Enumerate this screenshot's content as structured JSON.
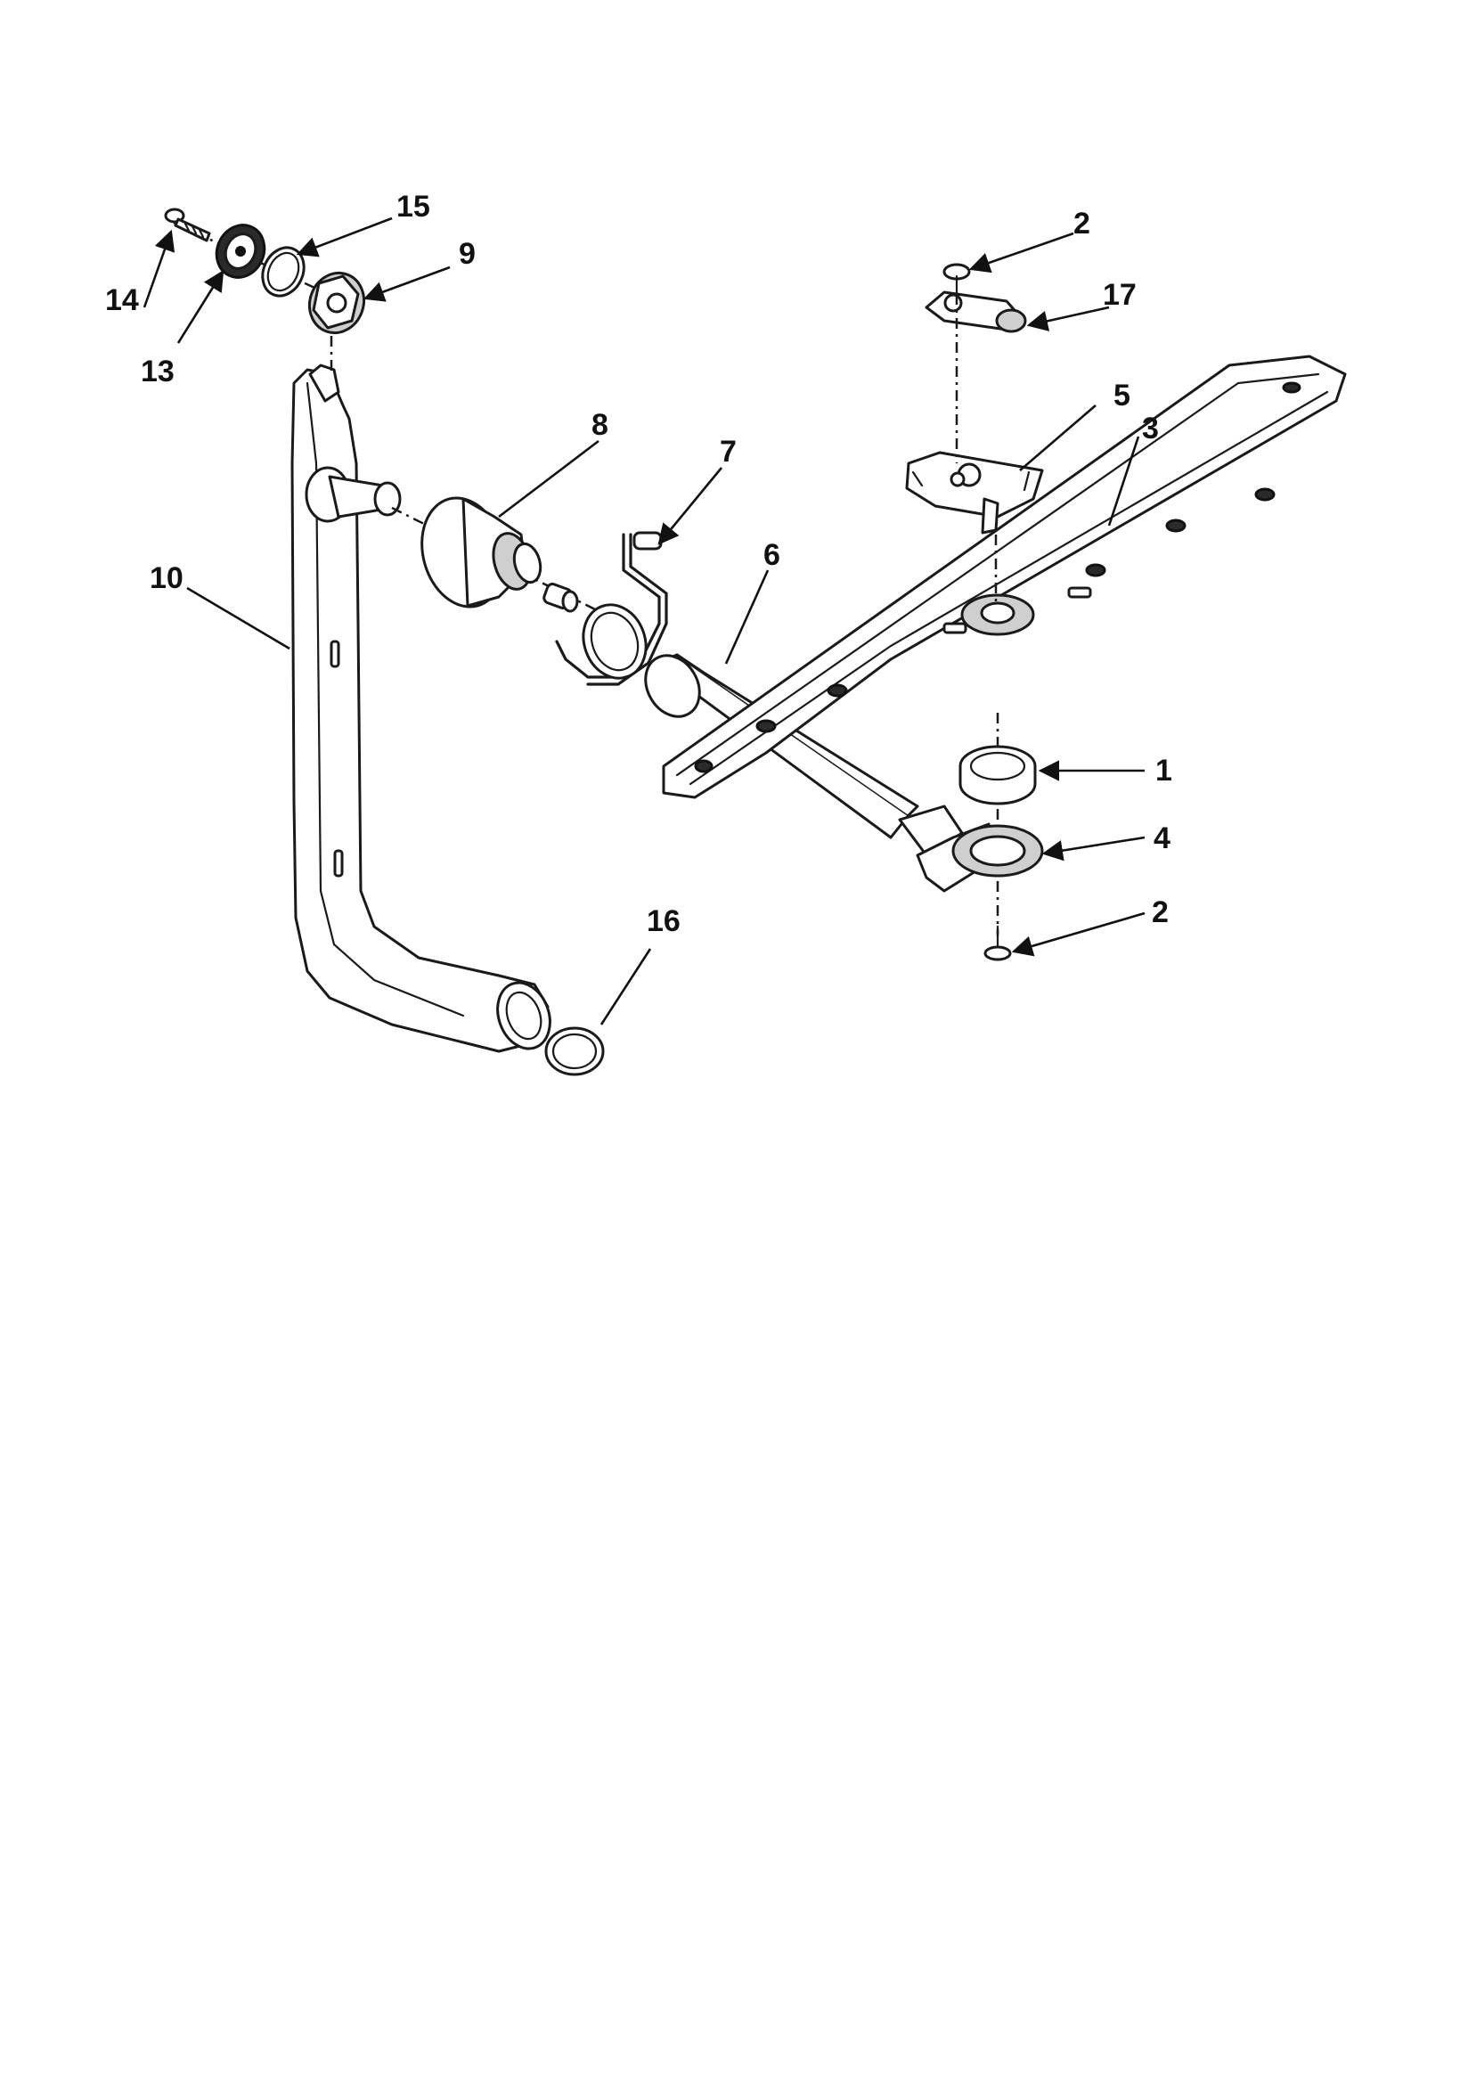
{
  "callouts": {
    "c1": "1",
    "c2_top": "2",
    "c2_bottom": "2",
    "c3": "3",
    "c4": "4",
    "c5": "5",
    "c6": "6",
    "c7": "7",
    "c8": "8",
    "c9": "9",
    "c10": "10",
    "c13": "13",
    "c14": "14",
    "c15": "15",
    "c16": "16",
    "c17": "17"
  }
}
